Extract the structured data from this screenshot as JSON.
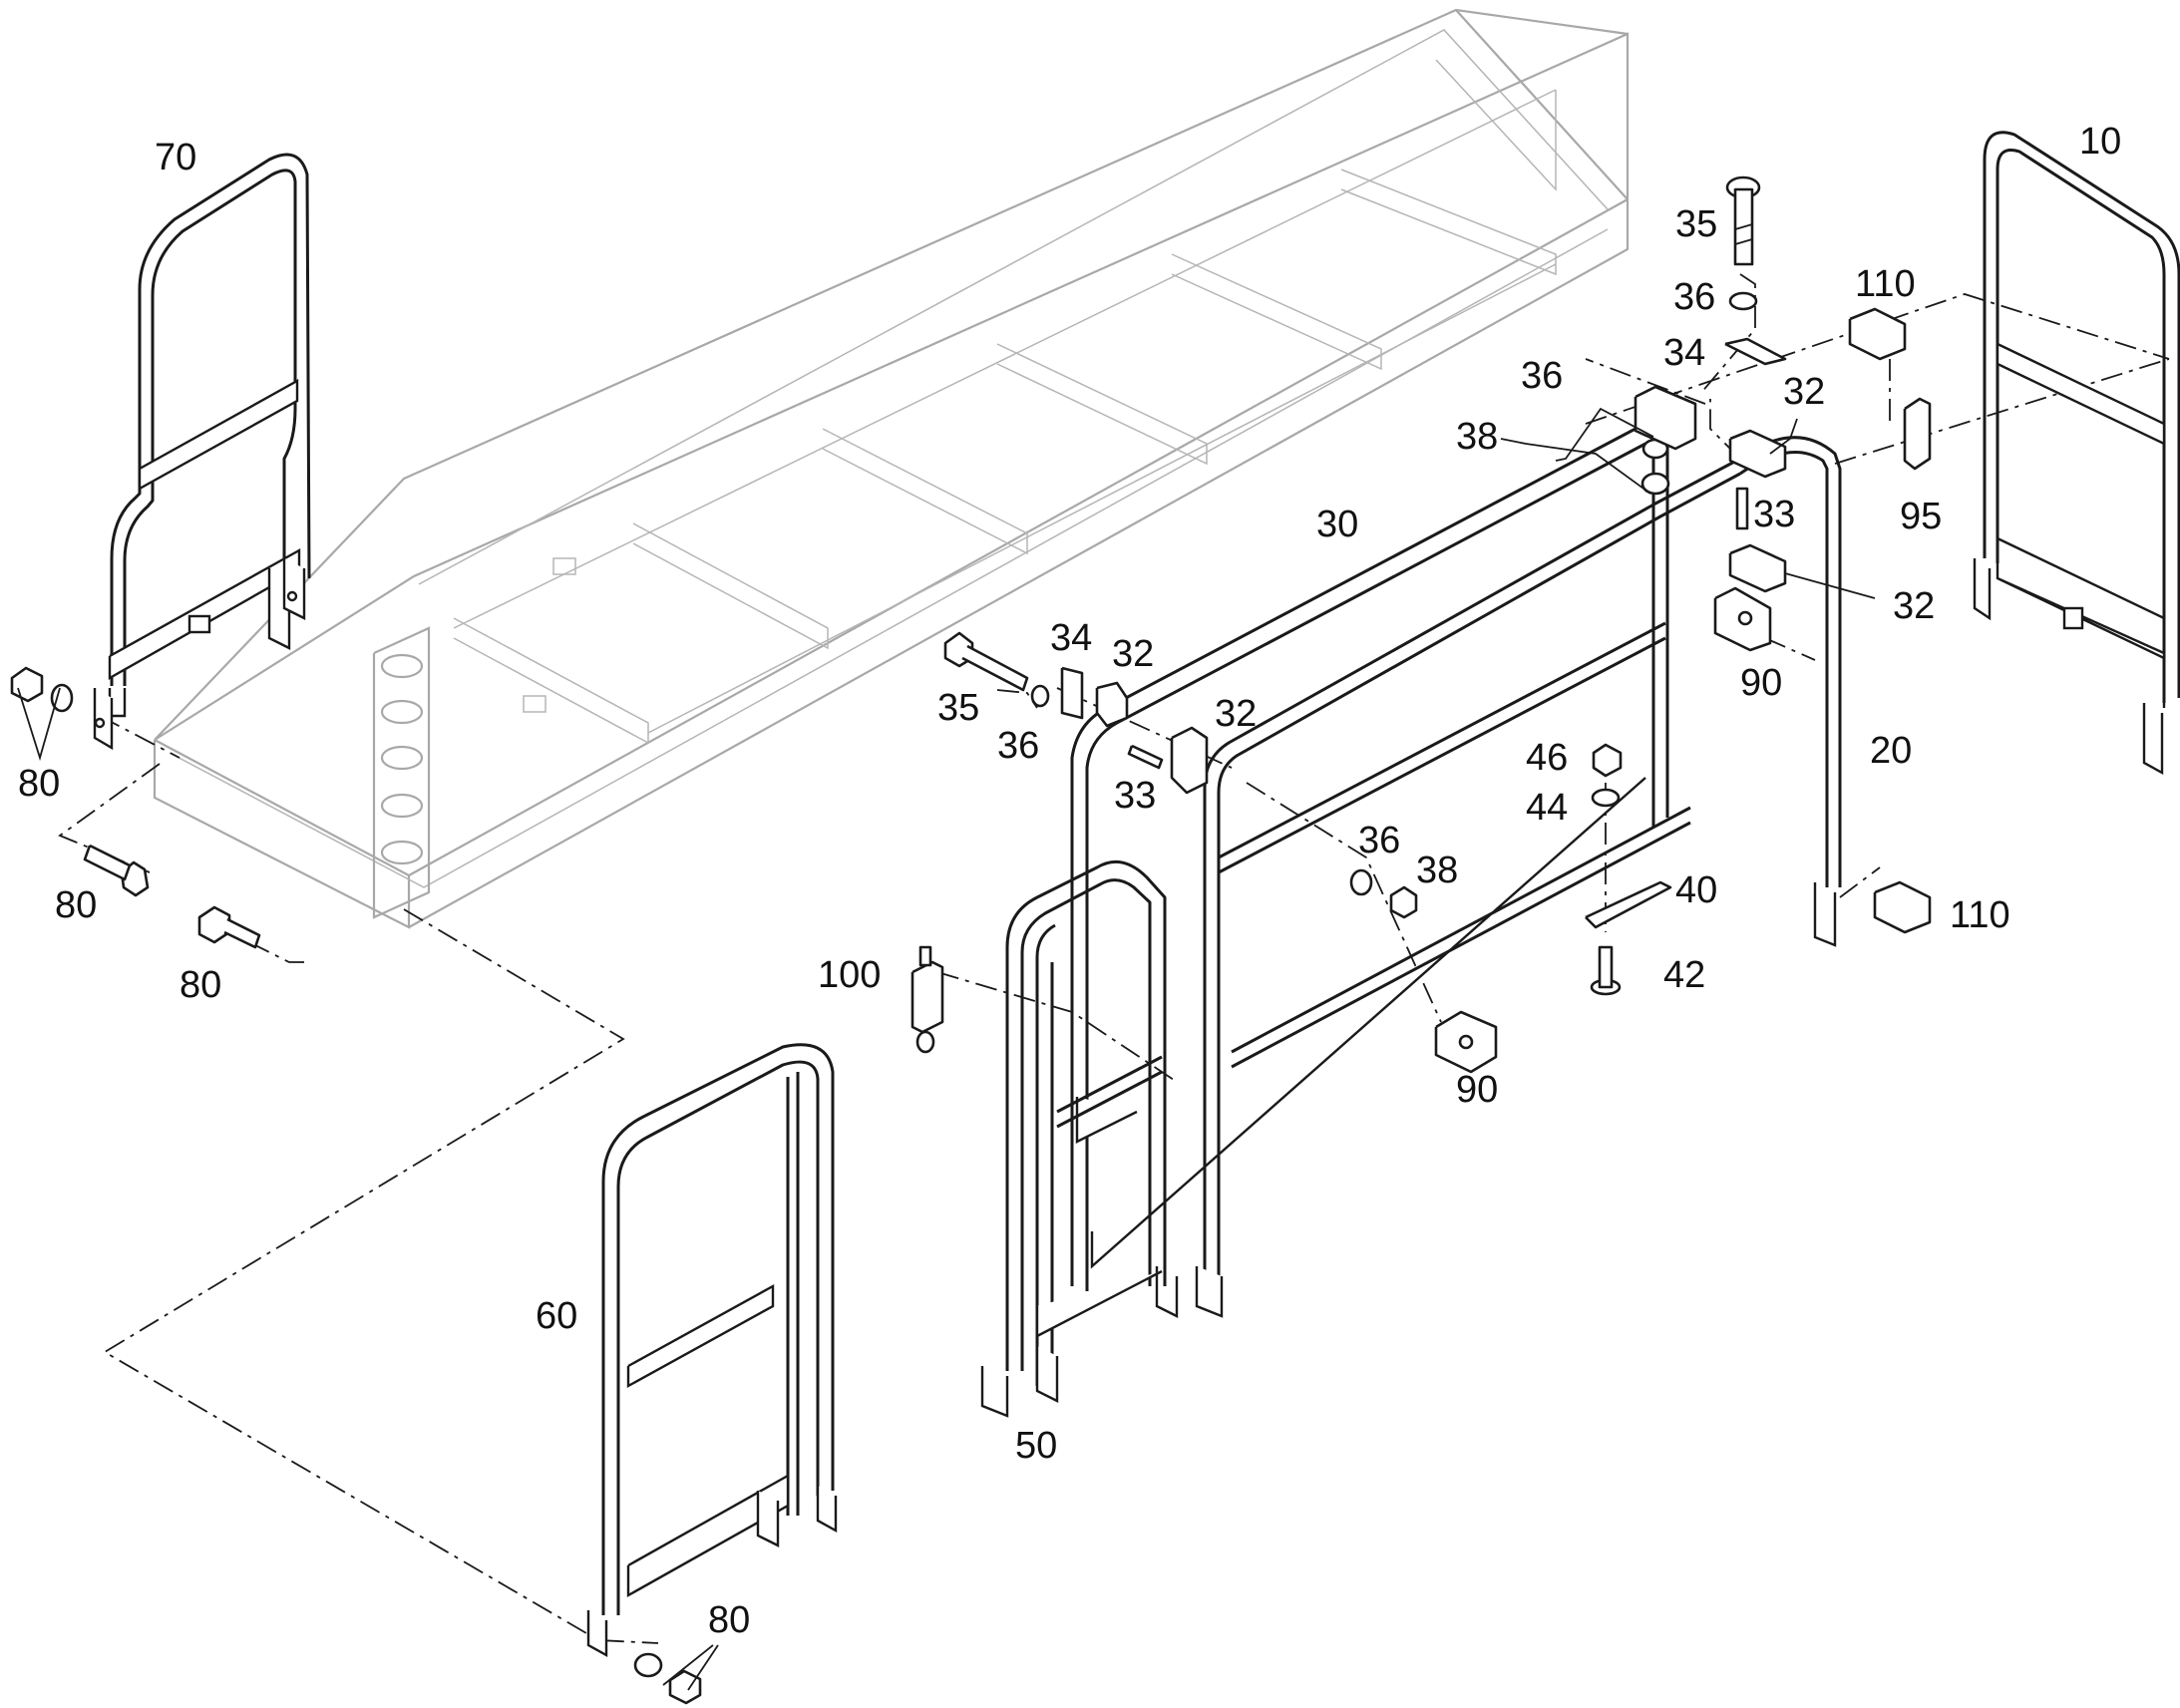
{
  "callouts": {
    "c70": "70",
    "c10": "10",
    "c35a": "35",
    "c36a": "36",
    "c110a": "110",
    "c34a": "34",
    "c36b": "36",
    "c32a": "32",
    "c38a": "38",
    "c33a": "33",
    "c95": "95",
    "c30": "30",
    "c32b": "32",
    "c90a": "90",
    "c34b": "34",
    "c32c": "32",
    "c35b": "35",
    "c36c": "36",
    "c32d": "32",
    "c33b": "33",
    "c20": "20",
    "c46": "46",
    "c44": "44",
    "c36d": "36",
    "c38b": "38",
    "c40": "40",
    "c110b": "110",
    "c42": "42",
    "c80a": "80",
    "c80b": "80",
    "c80c": "80",
    "c100": "100",
    "c90b": "90",
    "c60": "60",
    "c50": "50",
    "c80d": "80"
  }
}
